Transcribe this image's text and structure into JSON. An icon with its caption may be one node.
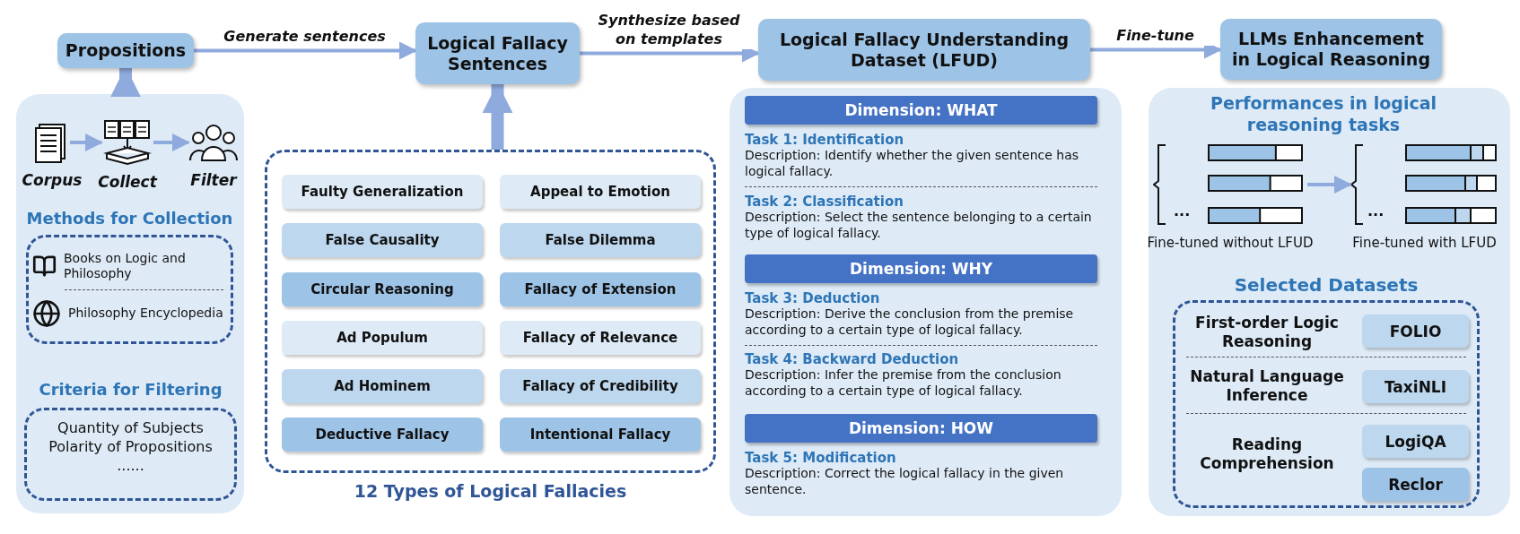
{
  "diagram": {
    "nodes": [
      {
        "text": [
          "Propositions"
        ]
      },
      {
        "text": [
          "Logical Fallacy Sentences"
        ]
      },
      {
        "text": [
          "Logical Fallacy Understanding Dataset (LFUD)"
        ]
      },
      {
        "text": [
          "LLMs Enhancement in Logical Reasoning"
        ]
      },
      {
        "text": [],
        "shape": "box"
      },
      {
        "text": [],
        "shape": "picture",
        "beside": [
          "Corpus"
        ],
        "in": 4
      },
      {
        "text": [],
        "shape": "picture",
        "beside": [
          "Collect"
        ],
        "in": 4
      },
      {
        "text": [],
        "shape": "picture",
        "beside": [
          "Filter"
        ],
        "in": 4
      },
      {
        "text": [
          "Methods for Collection",
          "Books on Logic and Philosophy",
          "Philosophy Encyclopedia"
        ],
        "in": 4
      },
      {
        "text": [
          "Criteria for Filtering",
          "Quantity of Subjects",
          "Polarity of Propositions",
          "......"
        ],
        "in": 4
      },
      {
        "text": [
          "12 Types of Logical Fallacies"
        ]
      },
      {
        "text": [
          "Faulty Generalization"
        ],
        "in": 10
      },
      {
        "text": [
          "Appeal to Emotion"
        ],
        "in": 10
      },
      {
        "text": [
          "False Causality"
        ],
        "in": 10
      },
      {
        "text": [
          "False Dilemma"
        ],
        "in": 10
      },
      {
        "text": [
          "Circular Reasoning"
        ],
        "in": 10
      },
      {
        "text": [
          "Fallacy of Extension"
        ],
        "in": 10
      },
      {
        "text": [
          "Ad Populum"
        ],
        "in": 10
      },
      {
        "text": [
          "Fallacy of Relevance"
        ],
        "in": 10
      },
      {
        "text": [
          "Ad Hominem"
        ],
        "in": 10
      },
      {
        "text": [
          "Fallacy of Credibility"
        ],
        "in": 10
      },
      {
        "text": [
          "Deductive Fallacy"
        ],
        "in": 10
      },
      {
        "text": [
          "Intentional Fallacy"
        ],
        "in": 10
      },
      {
        "text": [],
        "shape": "box"
      },
      {
        "text": [
          "Dimension: WHAT"
        ],
        "in": 23
      },
      {
        "text": [
          "Dimension: WHY"
        ],
        "in": 23
      },
      {
        "text": [
          "Dimension: HOW"
        ],
        "in": 23
      },
      {
        "text": [],
        "shape": "box"
      },
      {
        "text": [],
        "shape": "picture",
        "beside": [
          "Fine-tuned without LFUD"
        ],
        "in": 27
      },
      {
        "text": [],
        "shape": "picture",
        "beside": [
          "Fine-tuned with LFUD"
        ],
        "in": 27
      },
      {
        "text": [
          "Selected Datasets"
        ],
        "in": 27
      },
      {
        "text": [
          "FOLIO"
        ],
        "in": 30
      },
      {
        "text": [
          "TaxiNLI"
        ],
        "in": 30
      },
      {
        "text": [
          "LogiQA"
        ],
        "in": 30
      },
      {
        "text": [
          "Reclor"
        ],
        "in": 30
      }
    ],
    "edges": [
      {
        "from": 0,
        "to": 1,
        "arrow": "to",
        "label": "Generate sentences"
      },
      {
        "from": 1,
        "to": 2,
        "arrow": "to",
        "label": "Synthesize based on templates"
      },
      {
        "from": 2,
        "to": 3,
        "arrow": "to",
        "label": "Fine-tune"
      },
      {
        "from": 4,
        "to": 0,
        "arrow": "to",
        "style": "thick"
      },
      {
        "from": 10,
        "to": 1,
        "arrow": "to",
        "style": "thick"
      },
      {
        "from": 5,
        "to": 6,
        "arrow": "to"
      },
      {
        "from": 6,
        "to": 7,
        "arrow": "to"
      },
      {
        "from": 28,
        "to": 29,
        "arrow": "to"
      }
    ],
    "labels": [
      "Task 1: Identification",
      "Description: Identify whether the given sentence has logical fallacy.",
      "Task 2: Classification",
      "Description: Select the sentence belonging to a certain type of logical fallacy.",
      "Task 3: Deduction",
      "Description: Derive the conclusion from the premise according to a certain type of logical fallacy.",
      "Task 4: Backward Deduction",
      "Description: Infer the premise from the conclusion according to a certain type of logical fallacy.",
      "Task 5: Modification",
      "Description: Correct the logical fallacy in the given sentence.",
      "Performances in logical reasoning tasks",
      "...",
      "...",
      "First-order Logic Reasoning",
      "Natural Language Inference",
      "Reading Comprehension"
    ]
  }
}
